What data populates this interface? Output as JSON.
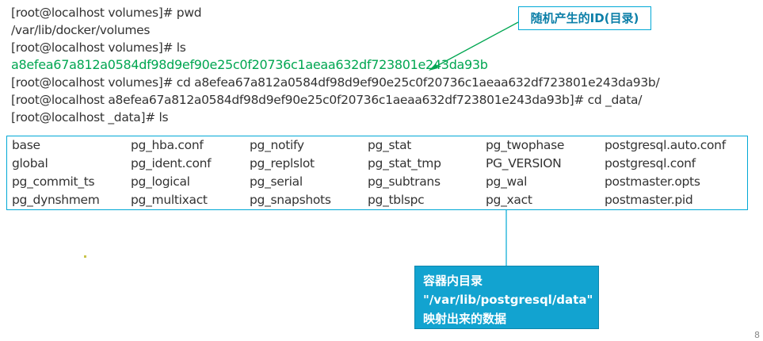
{
  "terminal": {
    "lines": [
      "[root@localhost volumes]# pwd",
      "/var/lib/docker/volumes",
      "[root@localhost volumes]# ls",
      "a8efea67a812a0584df98d9ef90e25c0f20736c1aeaa632df723801e243da93b",
      "[root@localhost volumes]# cd a8efea67a812a0584df98d9ef90e25c0f20736c1aeaa632df723801e243da93b/",
      "[root@localhost a8efea67a812a0584df98d9ef90e25c0f20736c1aeaa632df723801e243da93b]# cd _data/",
      "[root@localhost _data]# ls"
    ]
  },
  "ls_output": {
    "rows": [
      [
        "base",
        "pg_hba.conf",
        "pg_notify",
        "pg_stat",
        "pg_twophase",
        "postgresql.auto.conf"
      ],
      [
        "global",
        "pg_ident.conf",
        "pg_replslot",
        "pg_stat_tmp",
        "PG_VERSION",
        "postgresql.conf"
      ],
      [
        "pg_commit_ts",
        "pg_logical",
        "pg_serial",
        "pg_subtrans",
        "pg_wal",
        "postmaster.opts"
      ],
      [
        "pg_dynshmem",
        "pg_multixact",
        "pg_snapshots",
        "pg_tblspc",
        "pg_xact",
        "postmaster.pid"
      ]
    ]
  },
  "callouts": {
    "random_id": "随机产生的ID(目录)",
    "mapped_dir": {
      "line1": "容器内目录",
      "line2": "\"/var/lib/postgresql/data\"",
      "line3": "映射出来的数据"
    }
  },
  "colors": {
    "id_text": "#00a651",
    "accent": "#00a8d6",
    "callout_fill": "#12a3d0"
  },
  "page_number": "8"
}
